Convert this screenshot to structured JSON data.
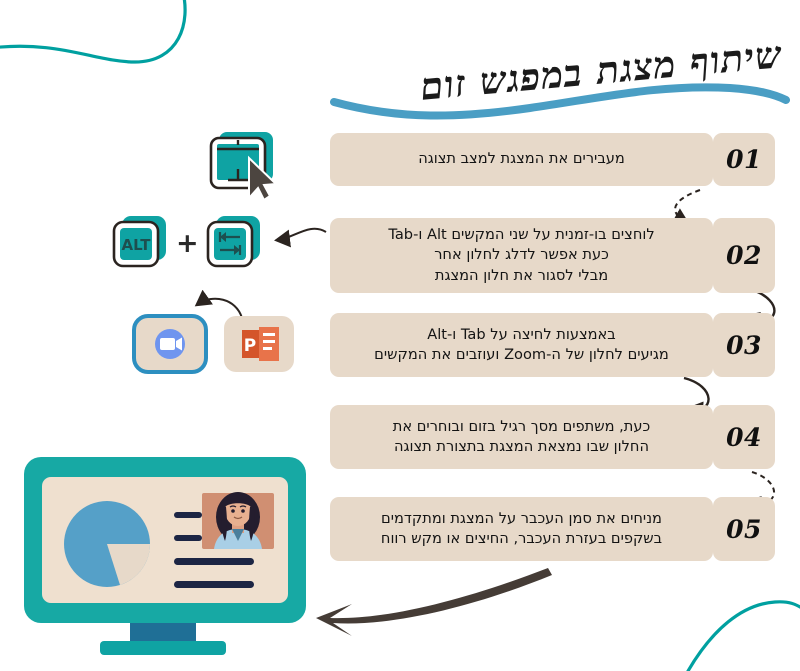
{
  "page": {
    "title": "שיתוף מצגת במפגש זום",
    "language": "he",
    "direction": "rtl",
    "background_color": "#ffffff"
  },
  "colors": {
    "teal": "#00a0a0",
    "teal_dark": "#0d9b9b",
    "box_beige": "#e7d9c9",
    "screen_beige": "#efe0cf",
    "wave_blue": "#4a9ec4",
    "arrow_dark": "#3b3430",
    "pie_blue": "#55a0c8",
    "ppt_orange": "#d4552b",
    "zoom_blue": "#5c8ff0",
    "text_dark": "#141414",
    "monitor_stand": "#1f6f96"
  },
  "steps": [
    {
      "number": "01",
      "lines": [
        "מעבירים את המצגת למצב תצוגה"
      ],
      "icon": "presentation-screen-icon"
    },
    {
      "number": "02",
      "lines": [
        "לוחצים בו-זמנית על שני המקשים Alt ו-Tab",
        "כעת אפשר לדלג לחלון אחר",
        "מבלי לסגור את חלון המצגת"
      ],
      "icon": "alt-tab-keys-icon"
    },
    {
      "number": "03",
      "lines": [
        "באמצעות לחיצה על Tab ו-Alt",
        "מגיעים לחלון של ה-Zoom ועוזבים את המקשים"
      ],
      "icon": "zoom-powerpoint-icons"
    },
    {
      "number": "04",
      "lines": [
        "כעת, משתפים מסך רגיל בזום ובוחרים את",
        "החלון שבו נמצאת המצגת בתצורת תצוגה"
      ],
      "icon": ""
    },
    {
      "number": "05",
      "lines": [
        "מניחים את סמן העכבר על המצגת ומתקדמים",
        "בשקפים בעזרת העכבר, החיצים או מקש רווח"
      ],
      "icon": "monitor-illustration"
    }
  ],
  "key_labels": {
    "alt": "ALT",
    "plus": "+",
    "tab": "tab-key-icon"
  },
  "icon_names": {
    "presentation": "presentation-screen-icon",
    "cursor": "mouse-cursor-icon",
    "alt_key": "alt-key-icon",
    "tab_key": "tab-key-icon",
    "zoom_app": "zoom-app-icon",
    "powerpoint_app": "powerpoint-app-icon",
    "monitor": "monitor-icon",
    "pie_chart": "pie-chart-icon",
    "video_thumbnail": "participant-video-thumbnail",
    "top_wave": "decorative-wave-top-left",
    "bottom_wave": "decorative-wave-bottom-right",
    "title_underline": "title-underline-wave",
    "big_arrow": "arrow-to-monitor"
  },
  "connectors": [
    {
      "from": "01",
      "to": "02",
      "style": "dashed"
    },
    {
      "from": "02",
      "to": "03",
      "style": "solid"
    },
    {
      "from": "03",
      "to": "04",
      "style": "solid"
    },
    {
      "from": "04",
      "to": "05",
      "style": "dashed"
    },
    {
      "from": "05",
      "to": "monitor",
      "style": "solid-tapered"
    },
    {
      "from": "powerpoint",
      "to": "zoom",
      "style": "solid-arc"
    },
    {
      "from": "02",
      "to": "alt-tab-keys",
      "style": "solid-arc"
    }
  ]
}
